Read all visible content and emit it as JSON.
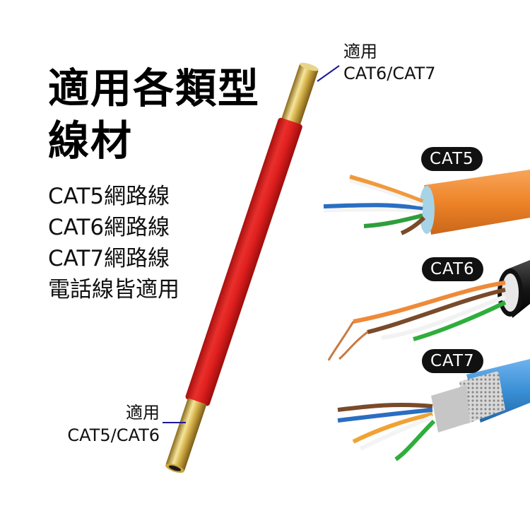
{
  "headline": {
    "line1": "適用各類型",
    "line2": "線材"
  },
  "compatibility_list": [
    "CAT5網路線",
    "CAT6網路線",
    "CAT7網路線",
    "電話線皆適用"
  ],
  "tool": {
    "top_end_label": {
      "line1": "適用",
      "line2": "CAT6/CAT7"
    },
    "bottom_end_label": {
      "line1": "適用",
      "line2": "CAT5/CAT6"
    },
    "handle_color": "#e0201f",
    "tip_color": "#d4b04a",
    "pointer_line_color": "#1a1a9a"
  },
  "cables": [
    {
      "badge": "CAT5",
      "jacket_color": "#f08a2a"
    },
    {
      "badge": "CAT6",
      "jacket_color": "#1a1a1a"
    },
    {
      "badge": "CAT7",
      "jacket_color": "#3a8fd6"
    }
  ]
}
